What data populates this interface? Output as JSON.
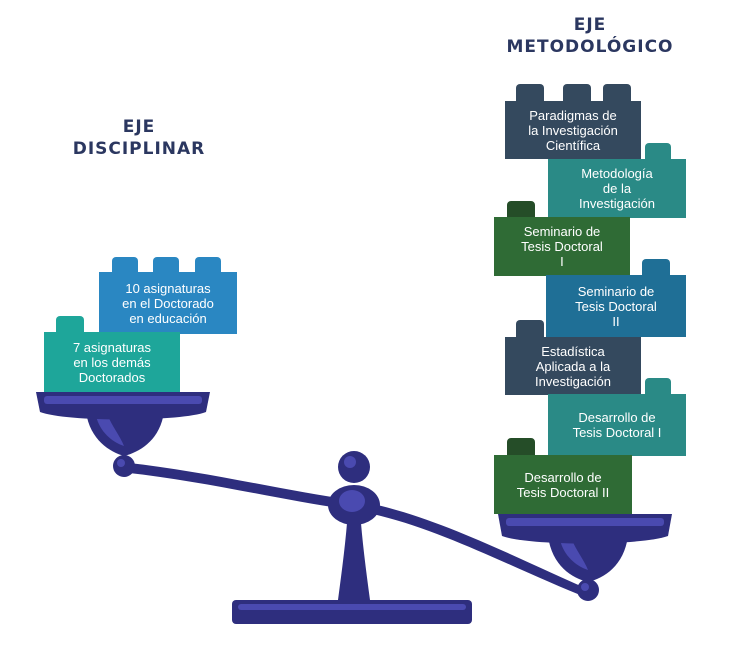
{
  "headings": {
    "metodologico": "EJE\nMETODOLÓGICO",
    "disciplinar": "EJE\nDISCIPLINAR"
  },
  "left_blocks": [
    {
      "text": "10 asignaturas\nen el Doctorado\nen educación",
      "color": "#2a87c2"
    },
    {
      "text": "7 asignaturas\nen los demás\nDoctorados",
      "color": "#1ea69a"
    }
  ],
  "right_blocks": [
    {
      "text": "Paradigmas de\nla Investigación\nCientífica",
      "color": "#34495e"
    },
    {
      "text": "Metodología\nde la\nInvestigación",
      "color": "#2a8a86"
    },
    {
      "text": "Seminario de\nTesis Doctoral\nI",
      "color": "#2f6b35"
    },
    {
      "text": "Seminario de\nTesis Doctoral\nII",
      "color": "#1f6f96"
    },
    {
      "text": "Estadística\nAplicada a la\nInvestigación",
      "color": "#34495e"
    },
    {
      "text": "Desarrollo de\nTesis Doctoral I",
      "color": "#2a8a86"
    },
    {
      "text": "Desarrollo de\nTesis Doctoral II",
      "color": "#2f6b35"
    }
  ],
  "colors": {
    "scale": "#2e2e7e",
    "scale_dark": "#1f1f5a",
    "scale_light": "#4a4ab0",
    "heading": "#2b3760"
  }
}
